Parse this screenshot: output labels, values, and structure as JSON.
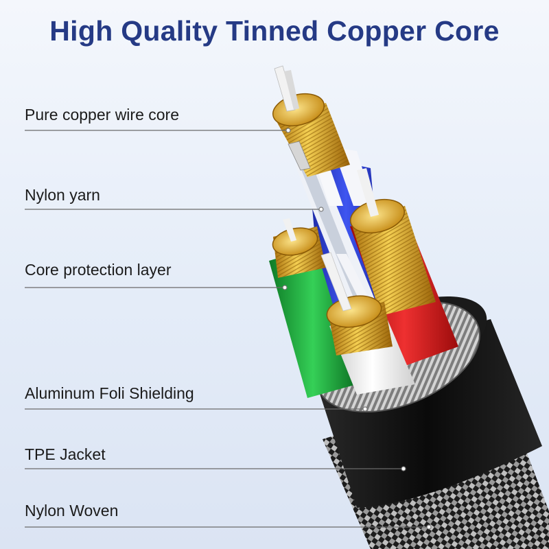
{
  "title": "High Quality Tinned Copper Core",
  "labels": [
    "Pure copper wire core",
    "Nylon yarn",
    "Core protection layer",
    "Aluminum Foli Shielding",
    "TPE Jacket",
    "Nylon Woven"
  ],
  "colors": {
    "title": "#253a85",
    "copper": "#d9a21e",
    "blue_core": "#2d3fd2",
    "green_core": "#18a83a",
    "red_core": "#d41f1f",
    "white_core": "#f3f3f3",
    "jacket": "#141414"
  }
}
